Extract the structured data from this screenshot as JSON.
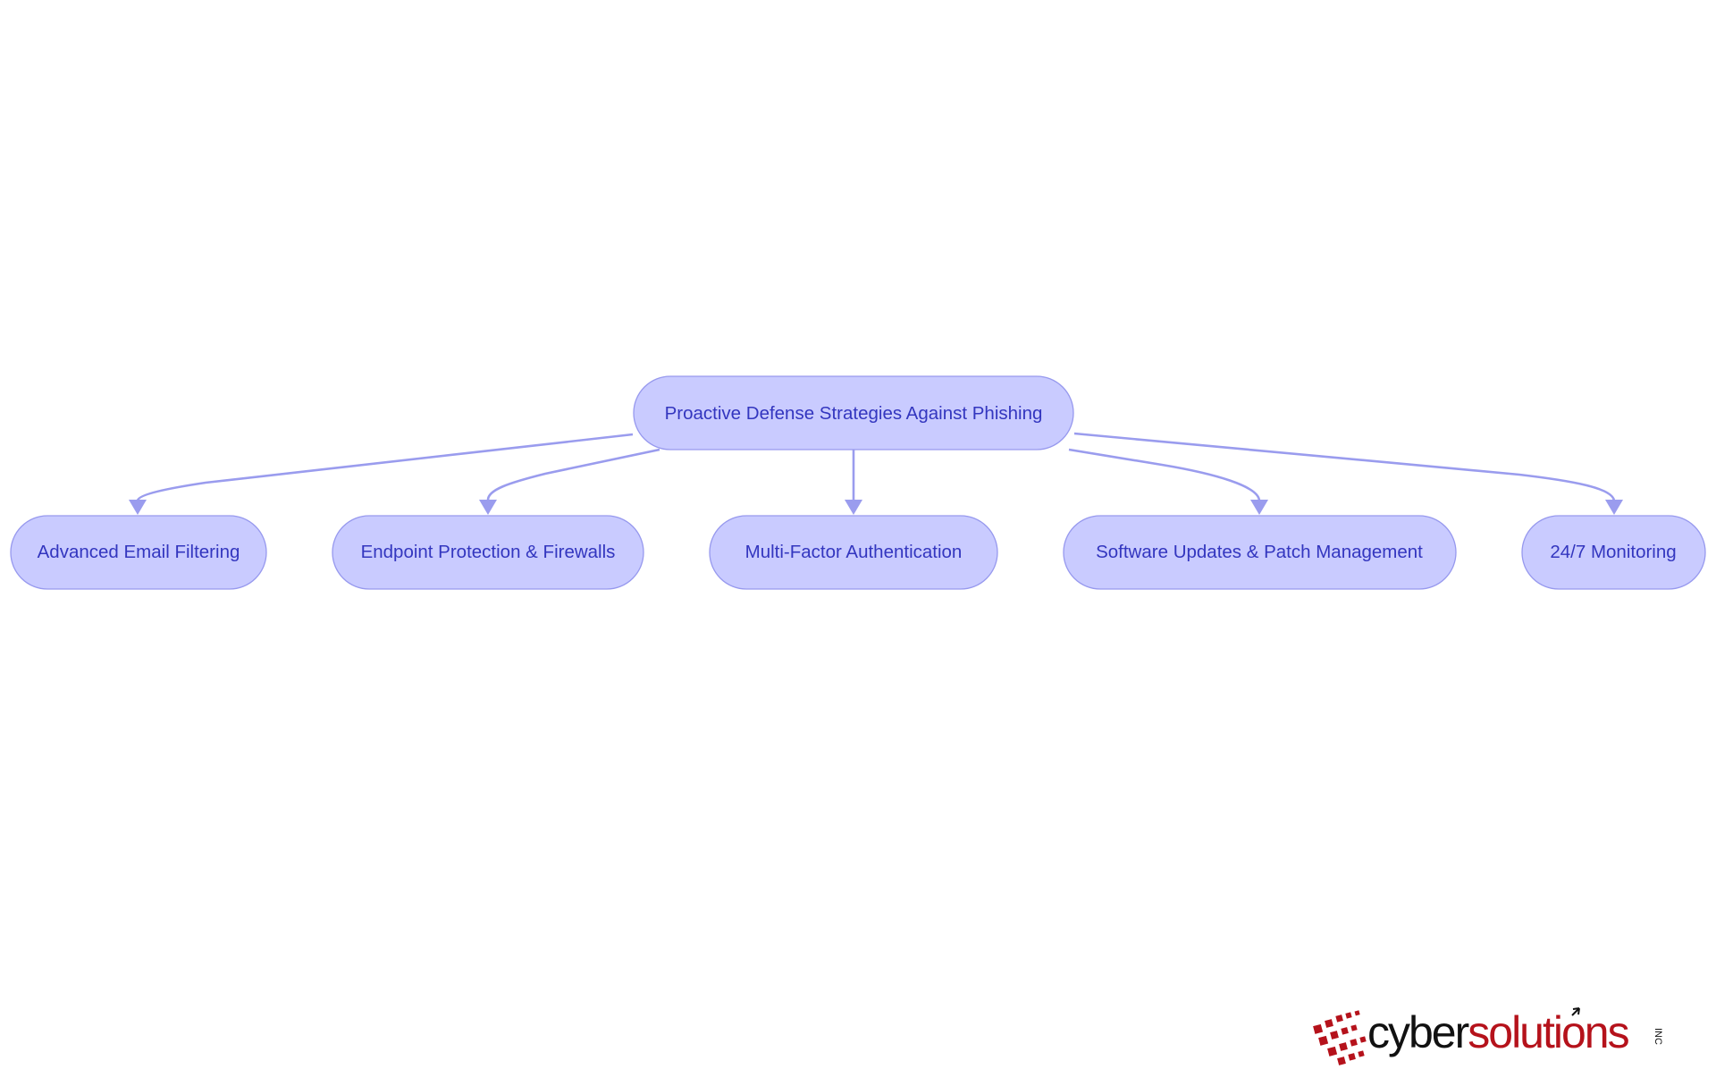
{
  "diagram": {
    "root": {
      "label": "Proactive Defense Strategies Against Phishing"
    },
    "children": [
      {
        "label": "Advanced Email Filtering"
      },
      {
        "label": "Endpoint Protection & Firewalls"
      },
      {
        "label": "Multi-Factor Authentication"
      },
      {
        "label": "Software Updates & Patch Management"
      },
      {
        "label": "24/7 Monitoring"
      }
    ]
  },
  "colors": {
    "node_fill": "#c9cbff",
    "node_stroke": "#9799ee",
    "node_text": "#3336bf",
    "edge": "#9a9cee",
    "logo_black": "#111111",
    "logo_red": "#b5121b"
  },
  "logo": {
    "part1": "cyber",
    "part2": "solutions",
    "suffix": "INC"
  }
}
